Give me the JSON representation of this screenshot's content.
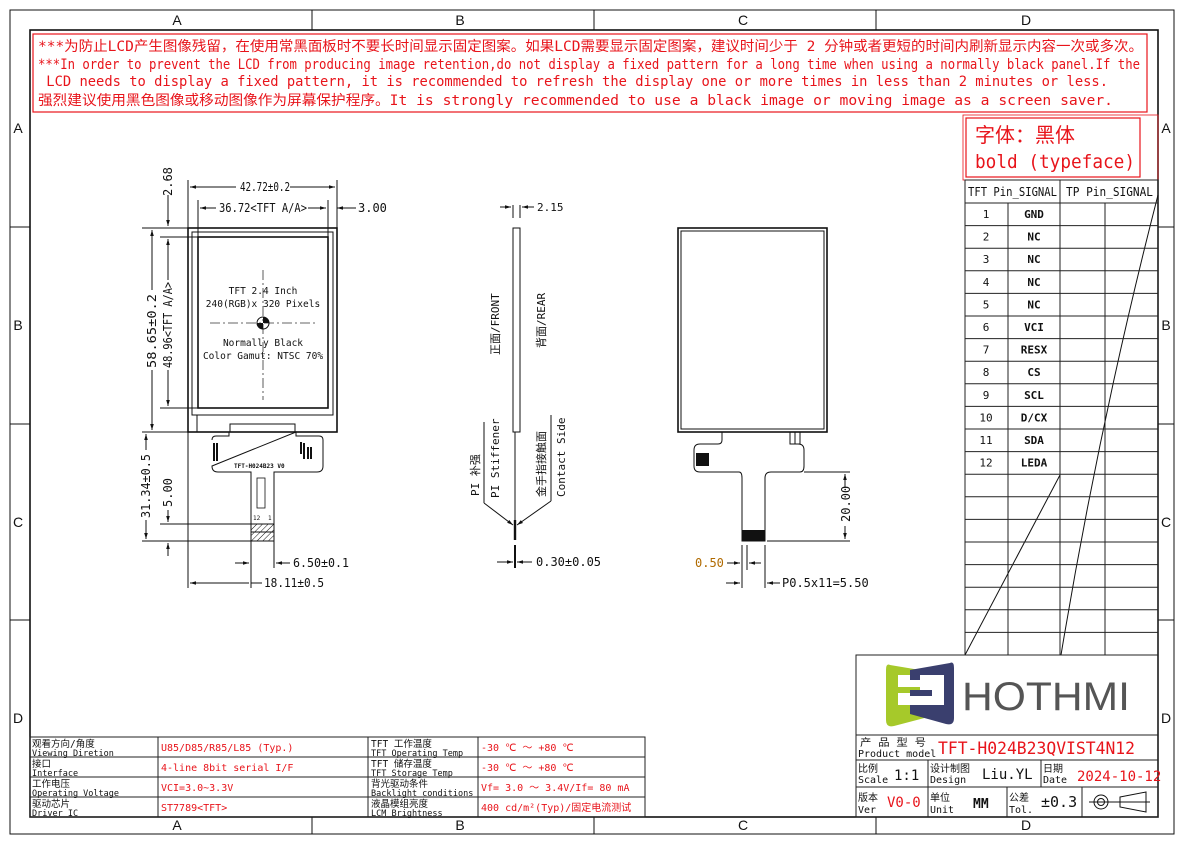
{
  "frame": {
    "columns": [
      "A",
      "B",
      "C",
      "D"
    ],
    "rows": [
      "A",
      "B",
      "C",
      "D"
    ]
  },
  "warning": {
    "line1": "***为防止LCD产生图像残留，在使用常黑面板时不要长时间显示固定图案。如果LCD需要显示固定图案，建议时间少于 2 分钟或者更短的时间内刷新显示内容一次或多次。",
    "line2": "***In order to prevent the LCD from producing image retention,do not display a fixed pattern for a long time when using a normally black panel.If the",
    "line3": " LCD needs to display a fixed pattern, it is recommended to refresh the display one or more times in less than 2 minutes or less.",
    "line4": "强烈建议使用黑色图像或移动图像作为屏幕保护程序。It is strongly recommended to use a black image or moving image as a screen saver."
  },
  "font_note": {
    "line1": "字体：黑体",
    "line2": "bold (typeface)"
  },
  "front_view": {
    "overall_width": "42.72±0.2",
    "aa_width": "36.72<TFT A/A>",
    "right_margin": "3.00",
    "top_margin": "2.68",
    "overall_height": "58.65±0.2",
    "aa_height": "48.96<TFT A/A>",
    "fpc_length": "31.34±0.5",
    "stiffener_len": "5.00",
    "fpc_width": "6.50±0.1",
    "fpc_offset": "18.11±0.5",
    "screen_text": [
      "TFT 2.4 Inch",
      "240(RGB)x 320 Pixels",
      "Normally Black",
      "Color Gamut: NTSC 70%"
    ],
    "fpc_label": "TFT-H024B23 V0",
    "fpc_pin_12": "12",
    "fpc_pin_1": "1"
  },
  "side_view": {
    "thickness": "2.15",
    "front": "正面/FRONT",
    "rear": "背面/REAR",
    "stiffener_cn": "PI 补强",
    "stiffener_en": "PI Stiffener",
    "contact_cn": "金手指接触面",
    "contact_en": "Contact Side",
    "fpc_thickness": "0.30±0.05"
  },
  "rear_view": {
    "fpc_height": "20.00",
    "pin_width": "0.50",
    "pitch": "P0.5x11=5.50"
  },
  "pin_table": {
    "headers": [
      "TFT Pin_SIGNAL",
      "TP Pin_SIGNAL"
    ],
    "pins": [
      {
        "no": "1",
        "signal": "GND"
      },
      {
        "no": "2",
        "signal": "NC"
      },
      {
        "no": "3",
        "signal": "NC"
      },
      {
        "no": "4",
        "signal": "NC"
      },
      {
        "no": "5",
        "signal": "NC"
      },
      {
        "no": "6",
        "signal": "VCI"
      },
      {
        "no": "7",
        "signal": "RESX"
      },
      {
        "no": "8",
        "signal": "CS"
      },
      {
        "no": "9",
        "signal": "SCL"
      },
      {
        "no": "10",
        "signal": "D/CX"
      },
      {
        "no": "11",
        "signal": "SDA"
      },
      {
        "no": "12",
        "signal": "LEDA"
      }
    ]
  },
  "specs": [
    {
      "label_cn": "观看方向/角度",
      "label_en": "Viewing Diretion",
      "value": "U85/D85/R85/L85 (Typ.)"
    },
    {
      "label_cn": "接口",
      "label_en": "Interface",
      "value": "4-line 8bit serial I/F"
    },
    {
      "label_cn": "工作电压",
      "label_en": "Operating Voltage",
      "value": "VCI=3.0~3.3V"
    },
    {
      "label_cn": "驱动芯片",
      "label_en": "Driver IC",
      "value": "ST7789<TFT>"
    },
    {
      "label_cn": "TFT 工作温度",
      "label_en": "TFT Operating Temp",
      "value": "-30 ℃ ～ +80 ℃"
    },
    {
      "label_cn": "TFT 储存温度",
      "label_en": "TFT Storage Temp",
      "value": "-30 ℃ ～ +80 ℃"
    },
    {
      "label_cn": "背光驱动条件",
      "label_en": "Backlight conditions",
      "value": "Vf= 3.0 ～ 3.4V/If= 80 mA"
    },
    {
      "label_cn": "液晶模组亮度",
      "label_en": "LCM Brightness",
      "value": "400 cd/m²(Typ)/固定电流测试"
    }
  ],
  "title_block": {
    "logo_text": "HOTHMI",
    "product_model_cn": "产 品 型 号",
    "product_model_en": "Product model",
    "product_model": "TFT-H024B23QVIST4N12",
    "scale_cn": "比例",
    "scale_en": "Scale",
    "scale": "1:1",
    "design_cn": "设计制图",
    "design_en": "Design",
    "design": "Liu.YL",
    "date_cn": "日期",
    "date_en": "Date",
    "date": "2024-10-12",
    "ver_cn": "版本",
    "ver_en": "Ver",
    "ver": "V0-0",
    "unit_cn": "单位",
    "unit_en": "Unit",
    "unit": "MM",
    "tol_cn": "公差",
    "tol_en": "Tol.",
    "tol": "±0.3"
  },
  "colors": {
    "annotation": "#e8141b",
    "logo_green": "#a6c92a",
    "logo_navy": "#3a3f6e",
    "logo_gray": "#555555"
  }
}
